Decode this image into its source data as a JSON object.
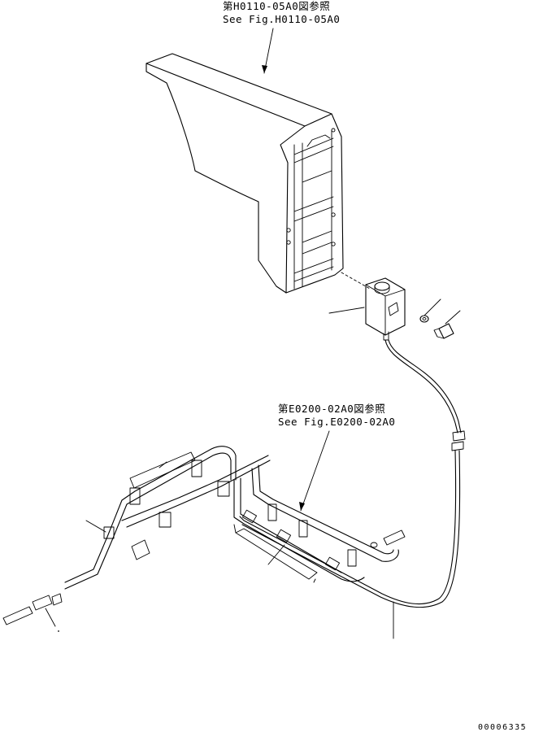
{
  "references": {
    "top": {
      "jp": "第H0110-05A0図参照",
      "en": "See Fig.H0110-05A0"
    },
    "middle": {
      "jp": "第E0200-02A0図参照",
      "en": "See Fig.E0200-02A0"
    }
  },
  "drawing_code": "00006335"
}
